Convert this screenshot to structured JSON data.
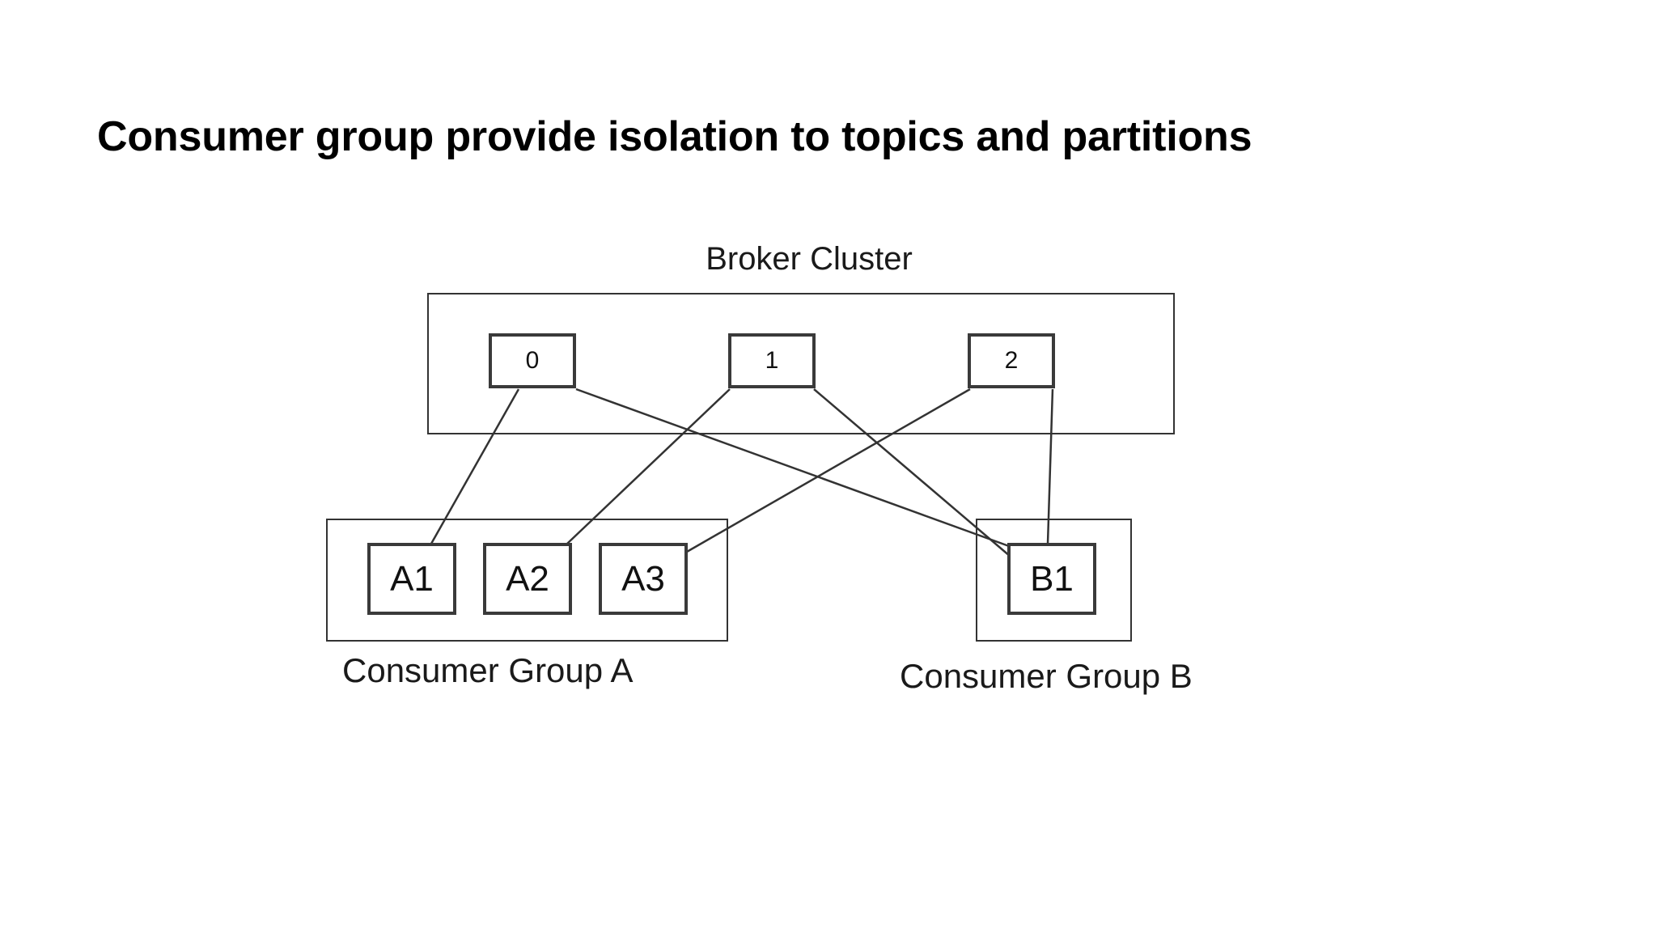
{
  "slide": {
    "title": "Consumer group provide isolation to topics and partitions",
    "background_color": "#ffffff",
    "text_color": "#000000"
  },
  "diagram": {
    "type": "node-link",
    "broker_cluster": {
      "label": "Broker Cluster",
      "partitions": [
        {
          "id": "partition-0",
          "label": "0"
        },
        {
          "id": "partition-1",
          "label": "1"
        },
        {
          "id": "partition-2",
          "label": "2"
        }
      ]
    },
    "consumer_groups": [
      {
        "id": "consumer-group-a",
        "label": "Consumer Group A",
        "consumers": [
          {
            "id": "consumer-a1",
            "label": "A1"
          },
          {
            "id": "consumer-a2",
            "label": "A2"
          },
          {
            "id": "consumer-a3",
            "label": "A3"
          }
        ]
      },
      {
        "id": "consumer-group-b",
        "label": "Consumer Group B",
        "consumers": [
          {
            "id": "consumer-b1",
            "label": "B1"
          }
        ]
      }
    ],
    "connections": [
      {
        "from": "partition-0",
        "to": "consumer-a1"
      },
      {
        "from": "partition-0",
        "to": "consumer-b1"
      },
      {
        "from": "partition-1",
        "to": "consumer-a2"
      },
      {
        "from": "partition-1",
        "to": "consumer-b1"
      },
      {
        "from": "partition-2",
        "to": "consumer-a3"
      },
      {
        "from": "partition-2",
        "to": "consumer-b1"
      }
    ],
    "line_color": "#333333",
    "box_border_color": "#3a3a3a"
  }
}
